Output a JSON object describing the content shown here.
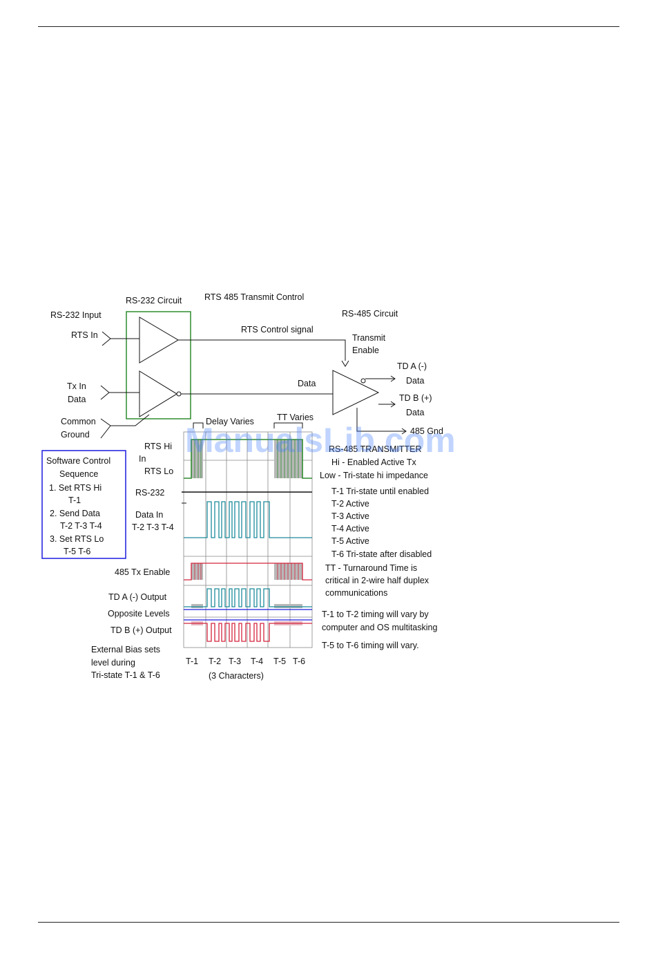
{
  "colors": {
    "rs232_box": "#2e8b2e",
    "software_box": "#1a1adf",
    "rts_signal": "#2e8b2e",
    "data_signal": "#1a8a9a",
    "enable_signal": "#d4243c",
    "td_a_signal": "#1a8a9a",
    "td_b_signal": "#d4243c",
    "grid": "#888888",
    "shaded": "#b8b8b8",
    "watermark": "#3c78ff"
  },
  "circuit": {
    "title": "RTS 485 Transmit Control",
    "rs232_circuit": "RS-232 Circuit",
    "rs485_circuit": "RS-485 Circuit",
    "rs232_input": "RS-232 Input",
    "rts_in": "RTS In",
    "tx_in": "Tx In",
    "tx_data": "Data",
    "common": "Common",
    "ground": "Ground",
    "rts_control_signal": "RTS Control signal",
    "data": "Data",
    "transmit": "Transmit",
    "enable": "Enable",
    "td_a": "TD A (-)",
    "td_a_data": "Data",
    "td_b": "TD B (+)",
    "td_b_data": "Data",
    "gnd": "485 Gnd"
  },
  "timing": {
    "delay_varies": "Delay Varies",
    "tt_varies": "TT Varies",
    "rts_hi": "RTS Hi",
    "in": "In",
    "rts_lo": "RTS Lo",
    "rs232": "RS-232",
    "data_in": "Data In",
    "data_in_periods": "T-2 T-3 T-4",
    "tx_enable": "485 Tx Enable",
    "td_a_output": "TD A (-) Output",
    "opposite_levels": "Opposite Levels",
    "td_b_output": "TD B (+) Output",
    "bias_1": "External Bias sets",
    "bias_2": "level during",
    "bias_3": "Tri-state T-1 & T-6",
    "periods": [
      "T-1",
      "T-2",
      "T-3",
      "T-4",
      "T-5",
      "T-6"
    ],
    "chars": "(3 Characters)"
  },
  "software": {
    "title_1": "Software Control",
    "title_2": "Sequence",
    "step1": "1. Set RTS Hi",
    "step1_sub": "T-1",
    "step2": "2. Send Data",
    "step2_sub": "T-2 T-3 T-4",
    "step3": "3. Set RTS Lo",
    "step3_sub": "T-5 T-6"
  },
  "notes": {
    "transmitter": "RS-485 TRANSMITTER",
    "hi": "Hi - Enabled Active Tx",
    "low": "Low - Tri-state hi impedance",
    "t1": "T-1 Tri-state  until enabled",
    "t2": "T-2 Active",
    "t3": "T-3 Active",
    "t4": "T-4 Active",
    "t5": "T-5 Active",
    "t6": "T-6 Tri-state after disabled",
    "tt_1": "TT - Turnaround Time is",
    "tt_2": "critical in 2-wire half duplex",
    "tt_3": "communications",
    "timing_1": "T-1 to T-2 timing will vary by",
    "timing_2": "computer and OS multitasking",
    "timing_3": "T-5 to T-6 timing will vary."
  },
  "watermark": "ManualsLib.com"
}
